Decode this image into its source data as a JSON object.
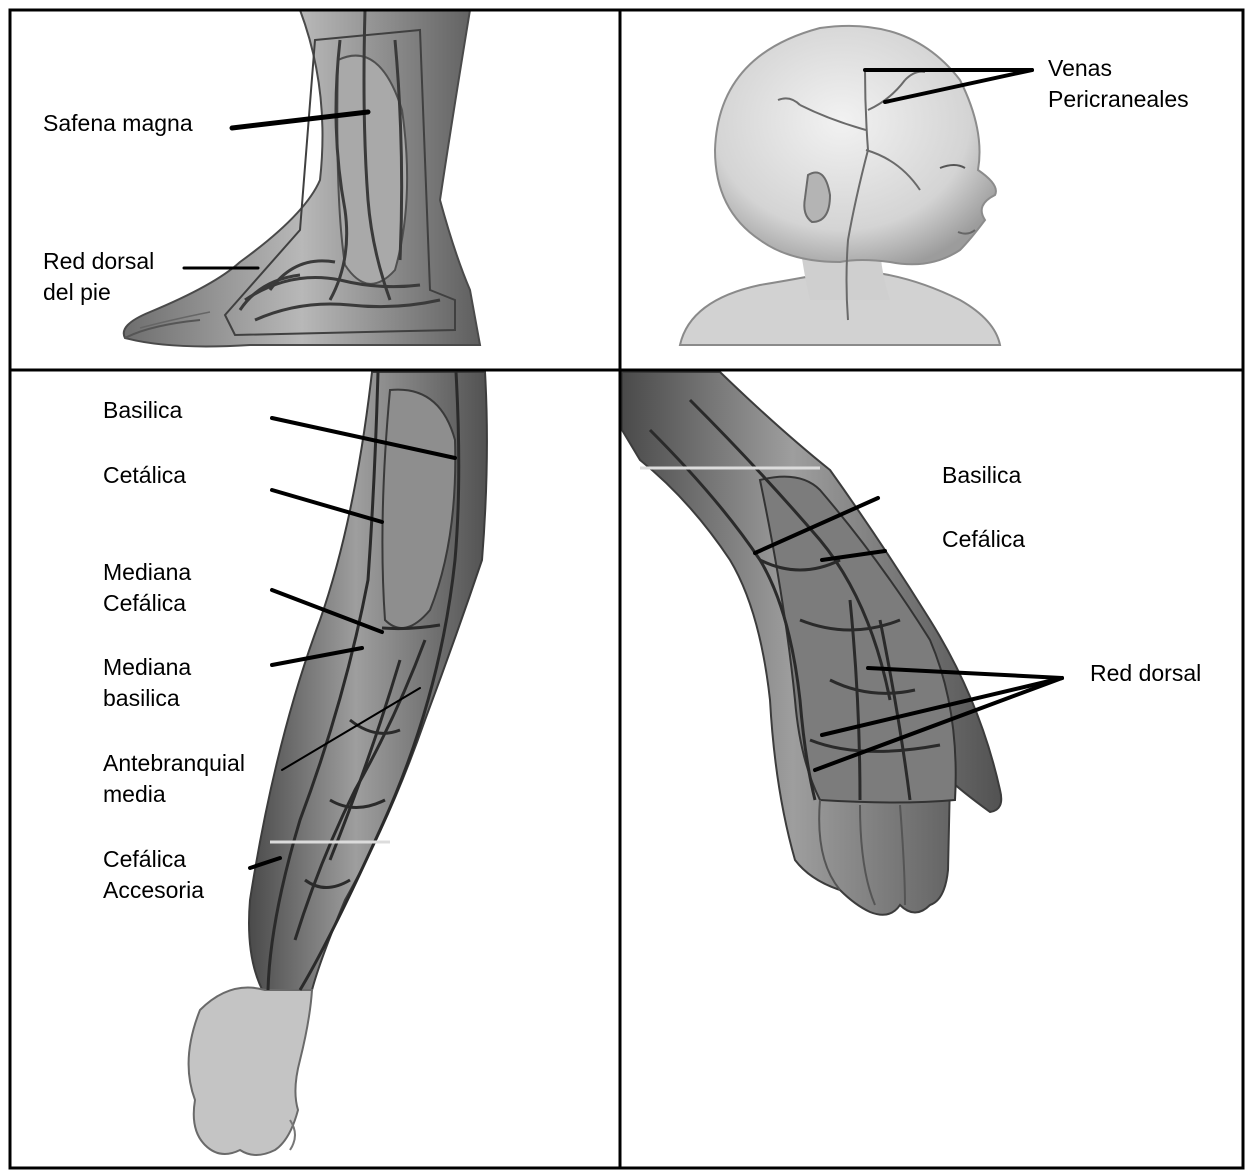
{
  "colors": {
    "ink": "#000000",
    "skin_light": "#c9c9c9",
    "skin_mid": "#9a9a9a",
    "skin_dark": "#5c5c5c",
    "vein": "#3a3a3a"
  },
  "panels": [
    {
      "subject": "foot-and-leg",
      "labels": [
        {
          "id": "safena",
          "lines": [
            "Safena magna"
          ]
        },
        {
          "id": "red-dorsal-pie",
          "lines": [
            "Red dorsal",
            "del pie"
          ]
        }
      ]
    },
    {
      "subject": "infant-head",
      "labels": [
        {
          "id": "pericraneales",
          "lines": [
            "Venas",
            "Pericraneales"
          ]
        }
      ]
    },
    {
      "subject": "forearm",
      "labels": [
        {
          "id": "basilica",
          "lines": [
            "Basilica"
          ]
        },
        {
          "id": "cetalica",
          "lines": [
            "Cetálica"
          ]
        },
        {
          "id": "mediana-cefalica",
          "lines": [
            "Mediana",
            "Cefálica"
          ]
        },
        {
          "id": "mediana-basilica",
          "lines": [
            "Mediana",
            "basilica"
          ]
        },
        {
          "id": "antebranquial",
          "lines": [
            "Antebranquial",
            "media"
          ]
        },
        {
          "id": "cefalica-accesoria",
          "lines": [
            "Cefálica",
            "Accesoria"
          ]
        }
      ]
    },
    {
      "subject": "back-of-hand",
      "labels": [
        {
          "id": "basilica-hand",
          "lines": [
            "Basilica"
          ]
        },
        {
          "id": "cefalica-hand",
          "lines": [
            "Cefálica"
          ]
        },
        {
          "id": "red-dorsal",
          "lines": [
            "Red dorsal"
          ]
        }
      ]
    }
  ]
}
